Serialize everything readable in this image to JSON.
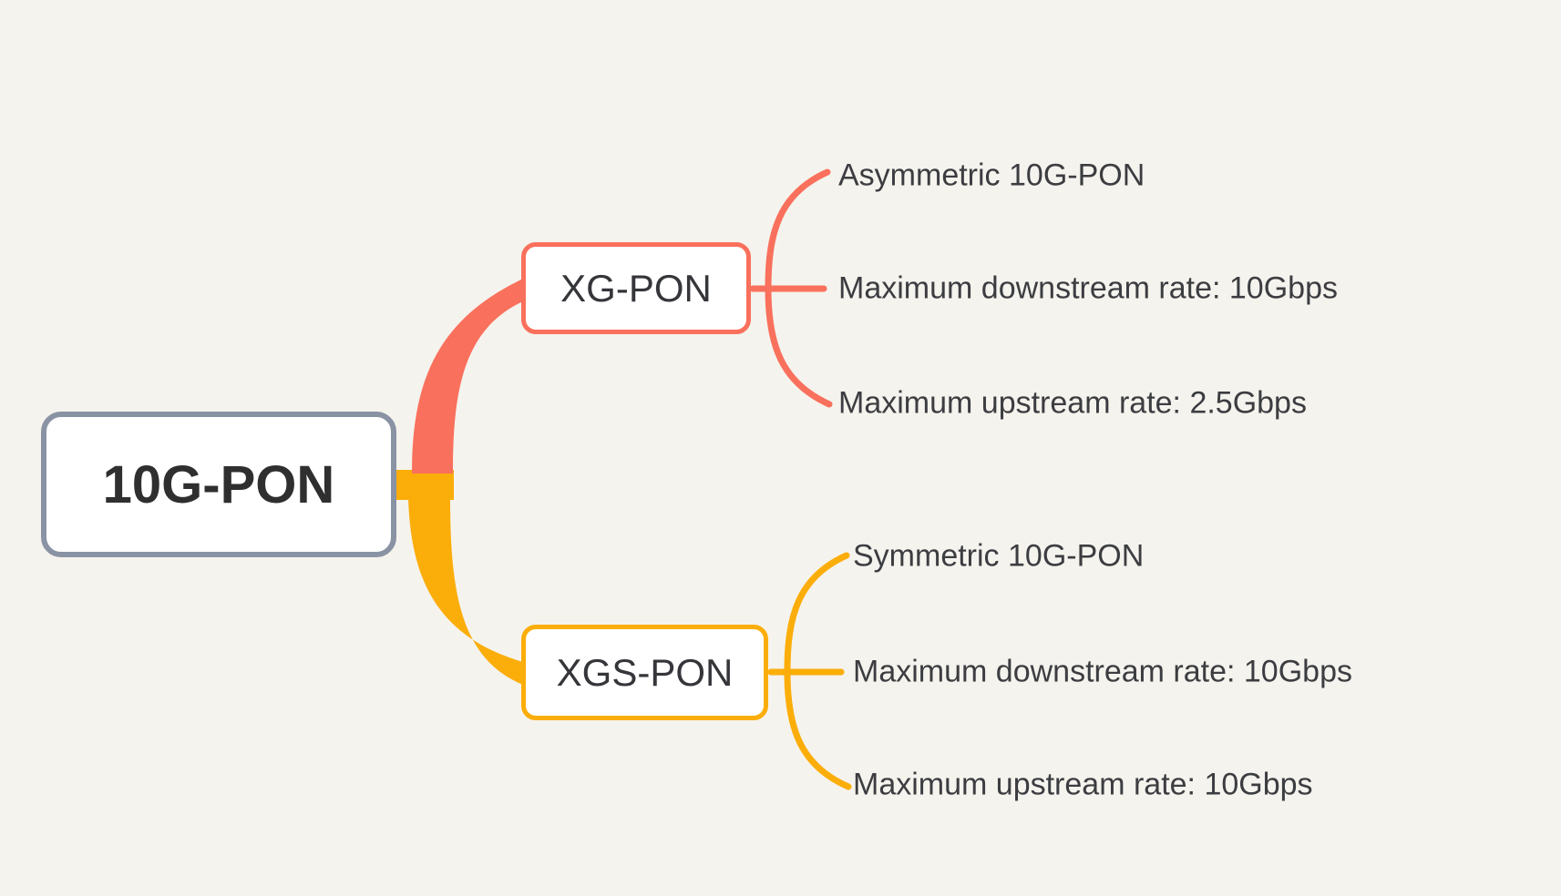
{
  "canvas": {
    "background": "#f5f3ed"
  },
  "root": {
    "label": "10G-PON",
    "border_color": "#8a93a4",
    "fill": "#ffffff",
    "text_color": "#2f2f2f"
  },
  "branches": [
    {
      "label": "XG-PON",
      "color": "#f9705c",
      "children": [
        "Asymmetric 10G-PON",
        "Maximum downstream rate: 10Gbps",
        "Maximum upstream rate: 2.5Gbps"
      ]
    },
    {
      "label": "XGS-PON",
      "color": "#fbad0a",
      "children": [
        "Symmetric 10G-PON",
        "Maximum downstream rate: 10Gbps",
        "Maximum upstream rate: 10Gbps"
      ]
    }
  ],
  "leaf_text_color": "#3c3d41"
}
